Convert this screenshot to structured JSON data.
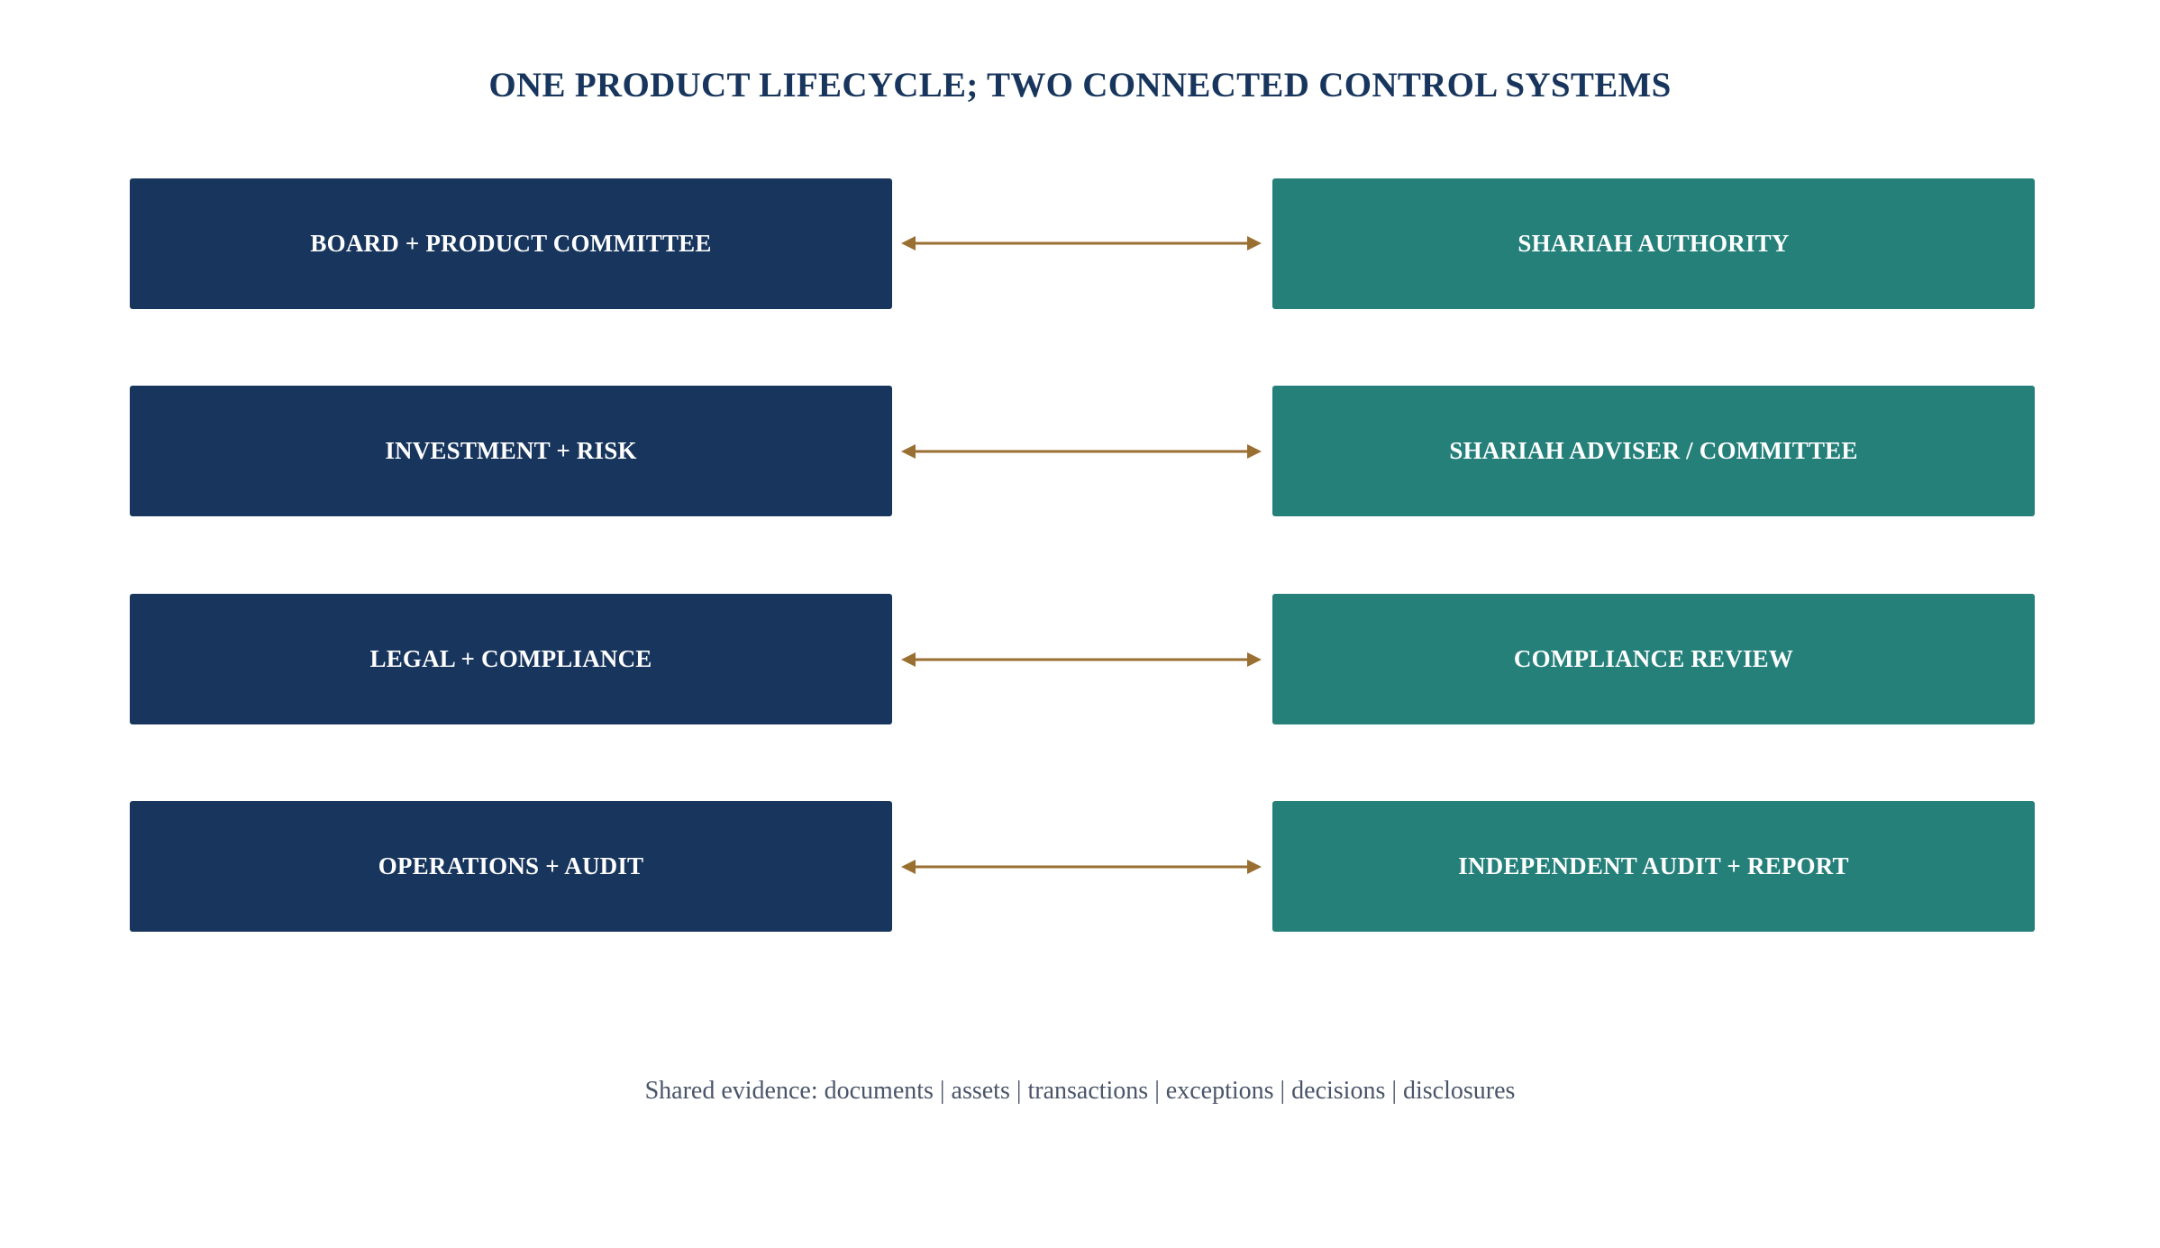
{
  "title": "ONE PRODUCT LIFECYCLE; TWO CONNECTED CONTROL SYSTEMS",
  "colors": {
    "left_box": "#18365d",
    "right_box": "#25807a",
    "connector": "#9a6f32",
    "title": "#18365d",
    "footer_text": "#4a5568"
  },
  "rows": [
    {
      "left": "BOARD + PRODUCT COMMITTEE",
      "right": "SHARIAH AUTHORITY"
    },
    {
      "left": "INVESTMENT + RISK",
      "right": "SHARIAH ADVISER / COMMITTEE"
    },
    {
      "left": "LEGAL + COMPLIANCE",
      "right": "COMPLIANCE REVIEW"
    },
    {
      "left": "OPERATIONS + AUDIT",
      "right": "INDEPENDENT AUDIT + REPORT"
    }
  ],
  "footer": "Shared evidence: documents | assets | transactions | exceptions | decisions | disclosures"
}
